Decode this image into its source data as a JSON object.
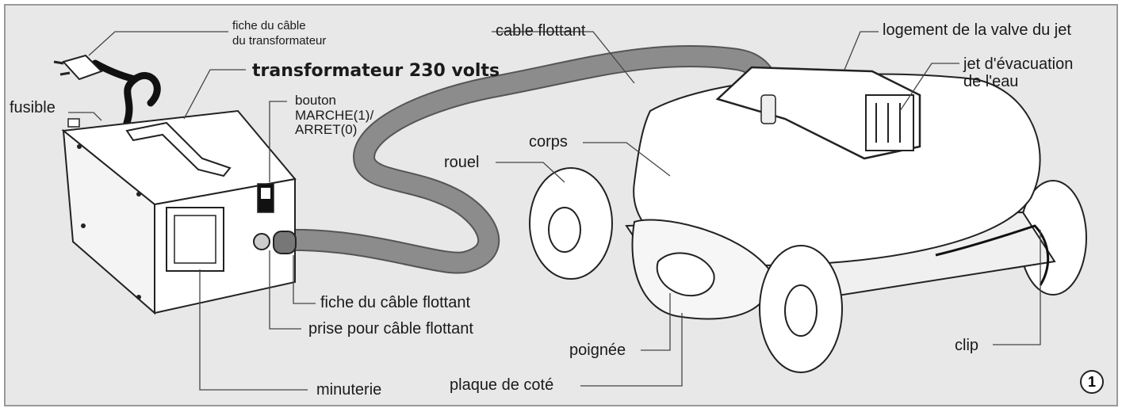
{
  "labels": {
    "fiche_cable_transfo": "fiche du câble\ndu transformateur",
    "transformateur": "transformateur 230 volts",
    "fusible": "fusible",
    "bouton": "bouton\nMARCHE(1)/\nARRET(0)",
    "cable_flottant": "cable flottant",
    "logement_valve": "logement de la valve du jet",
    "jet_evacuation": "jet d'évacuation\nde l'eau",
    "corps": "corps",
    "rouel": "rouel",
    "fiche_cable_flottant": "fiche du câble flottant",
    "prise_cable_flottant": "prise pour câble flottant",
    "poignee": "poignée",
    "clip": "clip",
    "plaque_cote": "plaque de coté",
    "minuterie": "minuterie"
  },
  "figure_number": "1",
  "colors": {
    "background": "#e8e8e8",
    "frame": "#9a9a9a",
    "cable": "#8c8c8c",
    "outline": "#222222",
    "body_fill": "#ffffff"
  }
}
